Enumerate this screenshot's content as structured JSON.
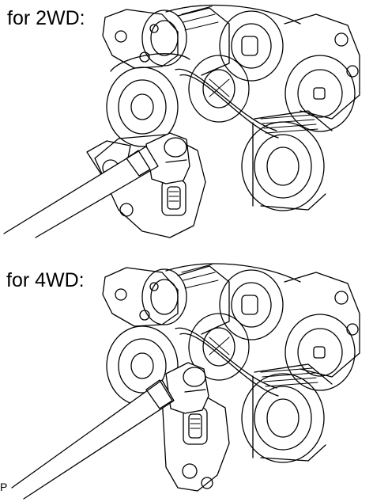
{
  "labels": {
    "panel_2wd": "for 2WD:",
    "panel_4wd": "for 4WD:",
    "corner_letter": "P"
  },
  "colors": {
    "line": "#000000",
    "background": "#ffffff"
  }
}
